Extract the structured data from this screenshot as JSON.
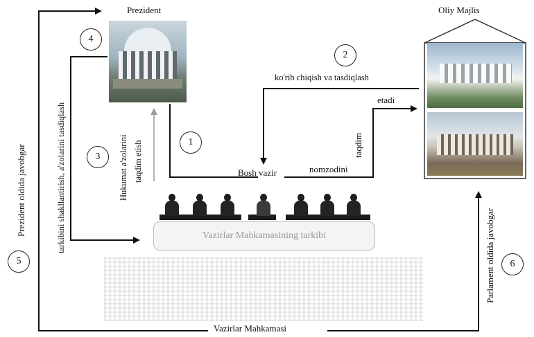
{
  "labels": {
    "president": "Prezident",
    "parliament": "Oliy Majlis",
    "prime_minister": "Bosh vazir",
    "consider_approve": "ko'rib chiqish va tasdiqlash",
    "submits": "etadi",
    "candidacy": "nomzodini",
    "present": "taqdim",
    "gov_present_line1": "Hukumat a'zolarini",
    "gov_present_line2": "taqdim etish",
    "structure_approval": "tarkibini shakllantirish, a'zolarini tasdiqlash",
    "cabinet_composition": "Vazirlar Mahkamasining tarkibi",
    "responsible_to_president": "Prezident oldida javobgar",
    "responsible_to_parliament": "Parlament oldida javobgar",
    "cabinet": "Vazirlar Mahkamasi"
  },
  "steps": [
    "1",
    "2",
    "3",
    "4",
    "5",
    "6"
  ]
}
